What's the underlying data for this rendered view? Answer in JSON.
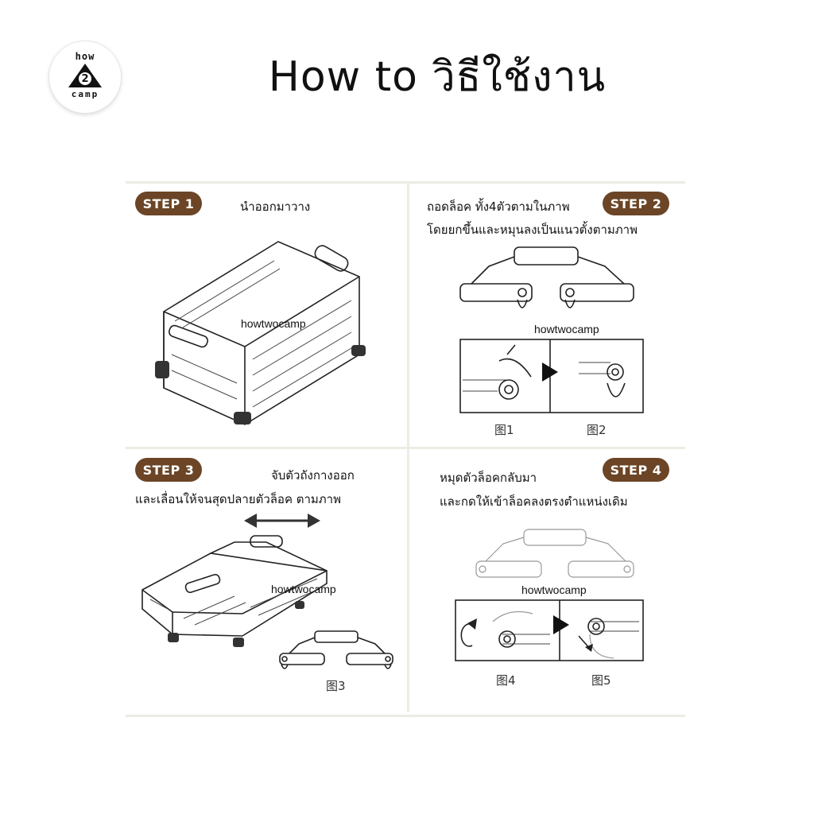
{
  "brand": {
    "top": "how",
    "middle": "2",
    "bottom": "camp"
  },
  "title": "How to วิธีใช้งาน",
  "steps": [
    {
      "label": "STEP 1",
      "lines": [
        "นำออกมาวาง"
      ],
      "watermark": "howtwocamp",
      "figures": []
    },
    {
      "label": "STEP 2",
      "lines": [
        "ถอดล็อค ทั้ง4ตัวตามในภาพ",
        "โดยยกขึ้นและหมุนลงเป็นแนวตั้งตามภาพ"
      ],
      "watermark": "howtwocamp",
      "figures": [
        "图1",
        "图2"
      ]
    },
    {
      "label": "STEP 3",
      "lines": [
        "จับตัวถังกางออก",
        "และเลื่อนให้จนสุดปลายตัวล็อค ตามภาพ"
      ],
      "watermark": "howtwocamp",
      "figures": [
        "图3"
      ]
    },
    {
      "label": "STEP 4",
      "lines": [
        "หมุดตัวล็อคกลับมา",
        "และกดให้เข้าล็อคลงตรงตำแหน่งเดิม"
      ],
      "watermark": "howtwocamp",
      "figures": [
        "图4",
        "图5"
      ]
    }
  ],
  "colors": {
    "step_badge": "#6b4526",
    "divider": "#ecece4"
  }
}
